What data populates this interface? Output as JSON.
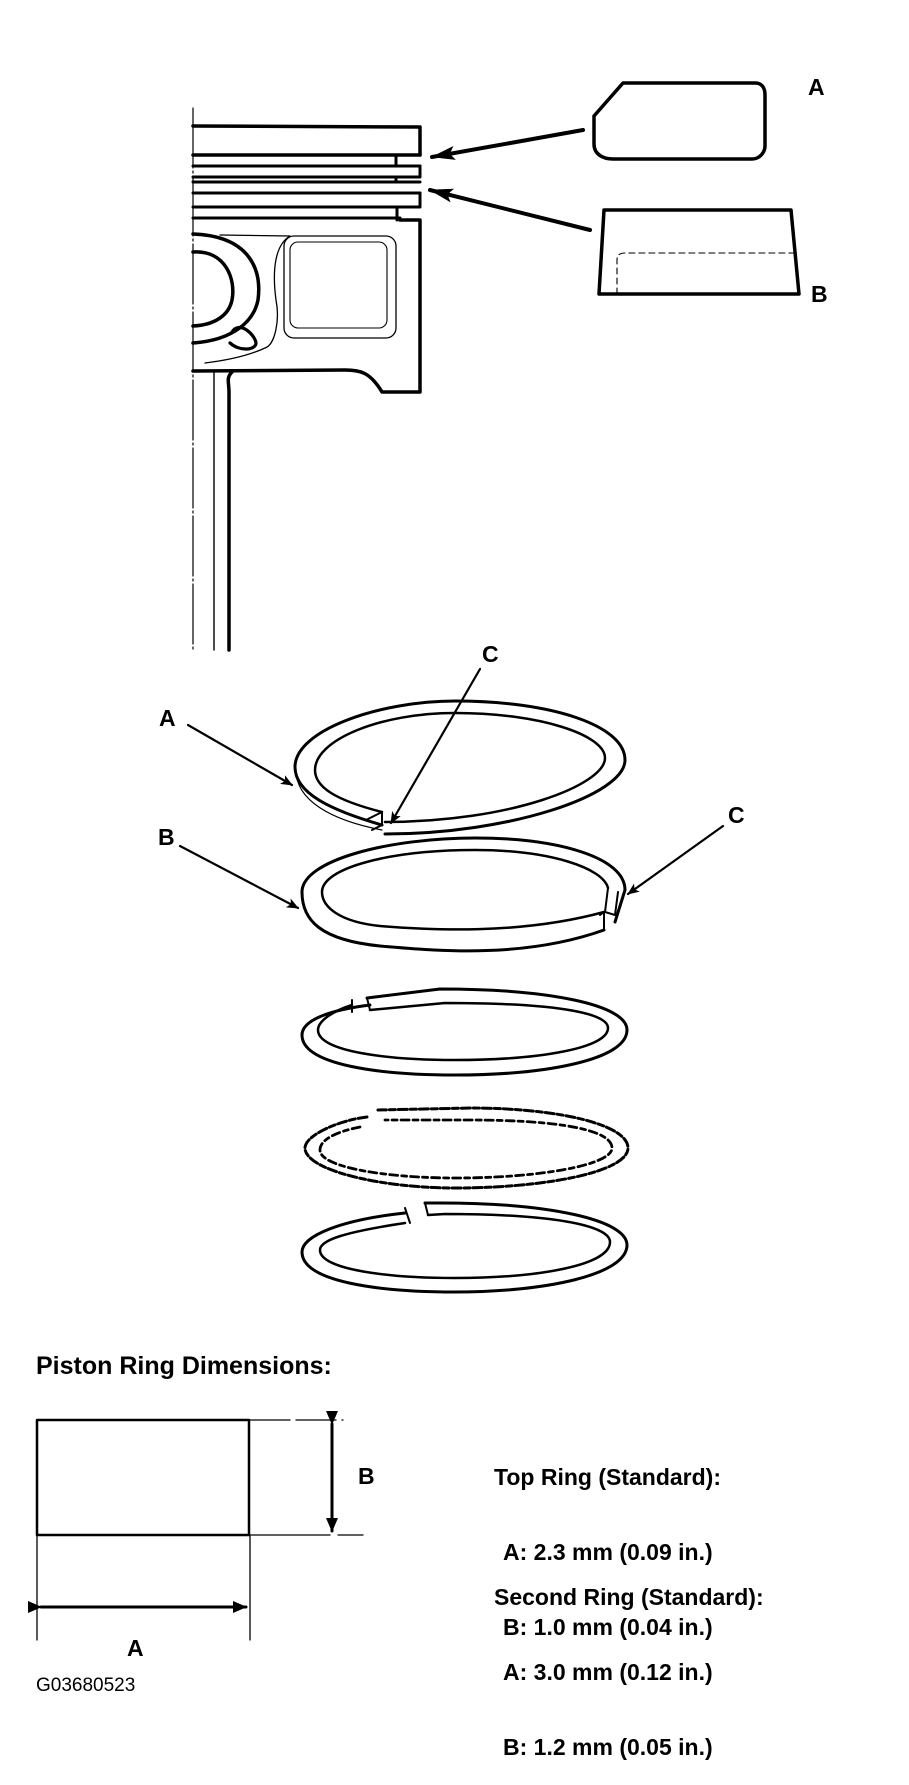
{
  "piston_view": {
    "labels": {
      "a": "A",
      "b": "B"
    },
    "callouts": [
      {
        "label": "A",
        "description": "top ring cross-section (rounded face)"
      },
      {
        "label": "B",
        "description": "second ring cross-section (tapered face)"
      }
    ]
  },
  "ring_stack": {
    "labels": {
      "a": "A",
      "b": "B",
      "c1": "C",
      "c2": "C"
    },
    "rings": [
      {
        "name": "top ring",
        "callout": "A",
        "gap_callout": "C"
      },
      {
        "name": "second ring",
        "callout": "B",
        "gap_callout": "C"
      },
      {
        "name": "oil ring upper rail"
      },
      {
        "name": "oil ring spacer (expander)"
      },
      {
        "name": "oil ring lower rail"
      }
    ]
  },
  "dimensions": {
    "title": "Piston Ring Dimensions:",
    "diagram_labels": {
      "width": "A",
      "height": "B"
    },
    "specs": [
      {
        "heading": "Top Ring (Standard):",
        "a": "A: 2.3 mm (0.09 in.)",
        "b": "B: 1.0 mm (0.04 in.)"
      },
      {
        "heading": "Second Ring (Standard):",
        "a": "A: 3.0 mm (0.12 in.)",
        "b": "B: 1.2 mm (0.05 in.)"
      }
    ]
  },
  "figure_code": "G03680523",
  "colors": {
    "line": "#000000",
    "background": "#ffffff"
  }
}
